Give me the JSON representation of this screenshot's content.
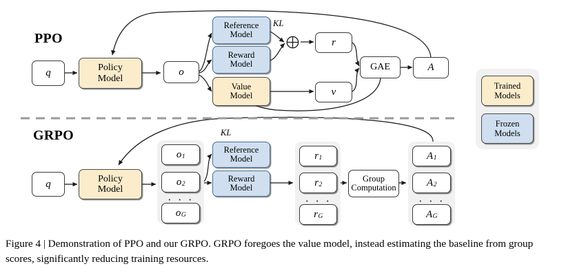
{
  "figure": {
    "caption": "Figure 4 | Demonstration of PPO and our GRPO. GRPO foregoes the value model, instead estimating the baseline from group scores, significantly reducing training resources."
  },
  "ppo": {
    "section_label": "PPO",
    "query_box": "q",
    "policy_model": {
      "line1": "Policy",
      "line2": "Model",
      "type": "trained"
    },
    "output_box": "o",
    "reference_model": {
      "line1": "Reference",
      "line2": "Model",
      "type": "frozen"
    },
    "reward_model": {
      "line1": "Reward",
      "line2": "Model",
      "type": "frozen"
    },
    "value_model": {
      "line1": "Value",
      "line2": "Model",
      "type": "trained"
    },
    "kl_label": "KL",
    "plus_symbol": "⊕",
    "reward_box": "r",
    "value_box": "v",
    "gae_box": "GAE",
    "advantage_box": "A"
  },
  "grpo": {
    "section_label": "GRPO",
    "query_box": "q",
    "policy_model": {
      "line1": "Policy",
      "line2": "Model",
      "type": "trained"
    },
    "kl_label": "KL",
    "outputs": {
      "first": "o",
      "first_sub": "1",
      "second": "o",
      "second_sub": "2",
      "last": "o",
      "last_sub": "G",
      "ellipsis": "· · ·"
    },
    "reference_model": {
      "line1": "Reference",
      "line2": "Model",
      "type": "frozen"
    },
    "reward_model": {
      "line1": "Reward",
      "line2": "Model",
      "type": "frozen"
    },
    "rewards": {
      "first": "r",
      "first_sub": "1",
      "second": "r",
      "second_sub": "2",
      "last": "r",
      "last_sub": "G",
      "ellipsis": "· · ·"
    },
    "group_computation": {
      "line1": "Group",
      "line2": "Computation"
    },
    "advantages": {
      "first": "A",
      "first_sub": "1",
      "second": "A",
      "second_sub": "2",
      "last": "A",
      "last_sub": "G",
      "ellipsis": "· · ·"
    }
  },
  "legend": {
    "trained": {
      "line1": "Trained",
      "line2": "Models"
    },
    "frozen": {
      "line1": "Frozen",
      "line2": "Models"
    }
  },
  "colors": {
    "trained_fill": "#fbeccb",
    "frozen_fill": "#cfdff0",
    "panel_fill": "#f1f1f1",
    "stroke": "#3a3a3a",
    "divider": "#9a9a9a"
  }
}
